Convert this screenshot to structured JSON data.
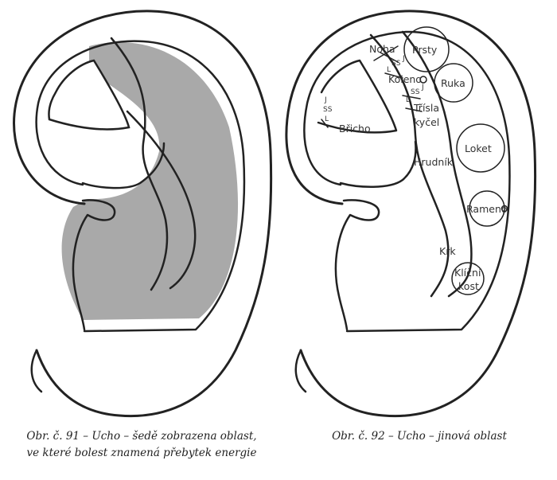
{
  "figure91": {
    "caption_line1": "Obr. č. 91 – Ucho – šedě zobrazena oblast,",
    "caption_line2": "ve které bolest znamená přebytek energie"
  },
  "figure92": {
    "caption": "Obr. č. 92 – Ucho – jinová oblast",
    "labels": {
      "noha": "Noha",
      "prsty": "Prsty",
      "koleno": "Koleno",
      "ruka": "Ruka",
      "trisla": "Tříslа",
      "kycel": "kyčel",
      "bricho": "Břicho",
      "hrudnik": "Hrudník",
      "loket": "Loket",
      "rameno": "Rameno",
      "krk": "Krk",
      "klicni": "Klíční",
      "kost": "kost"
    },
    "small_marks": {
      "ss": "SS",
      "l": "L",
      "j": "J"
    }
  },
  "colors": {
    "shade": "#a9a9a9",
    "outline": "#222222"
  }
}
